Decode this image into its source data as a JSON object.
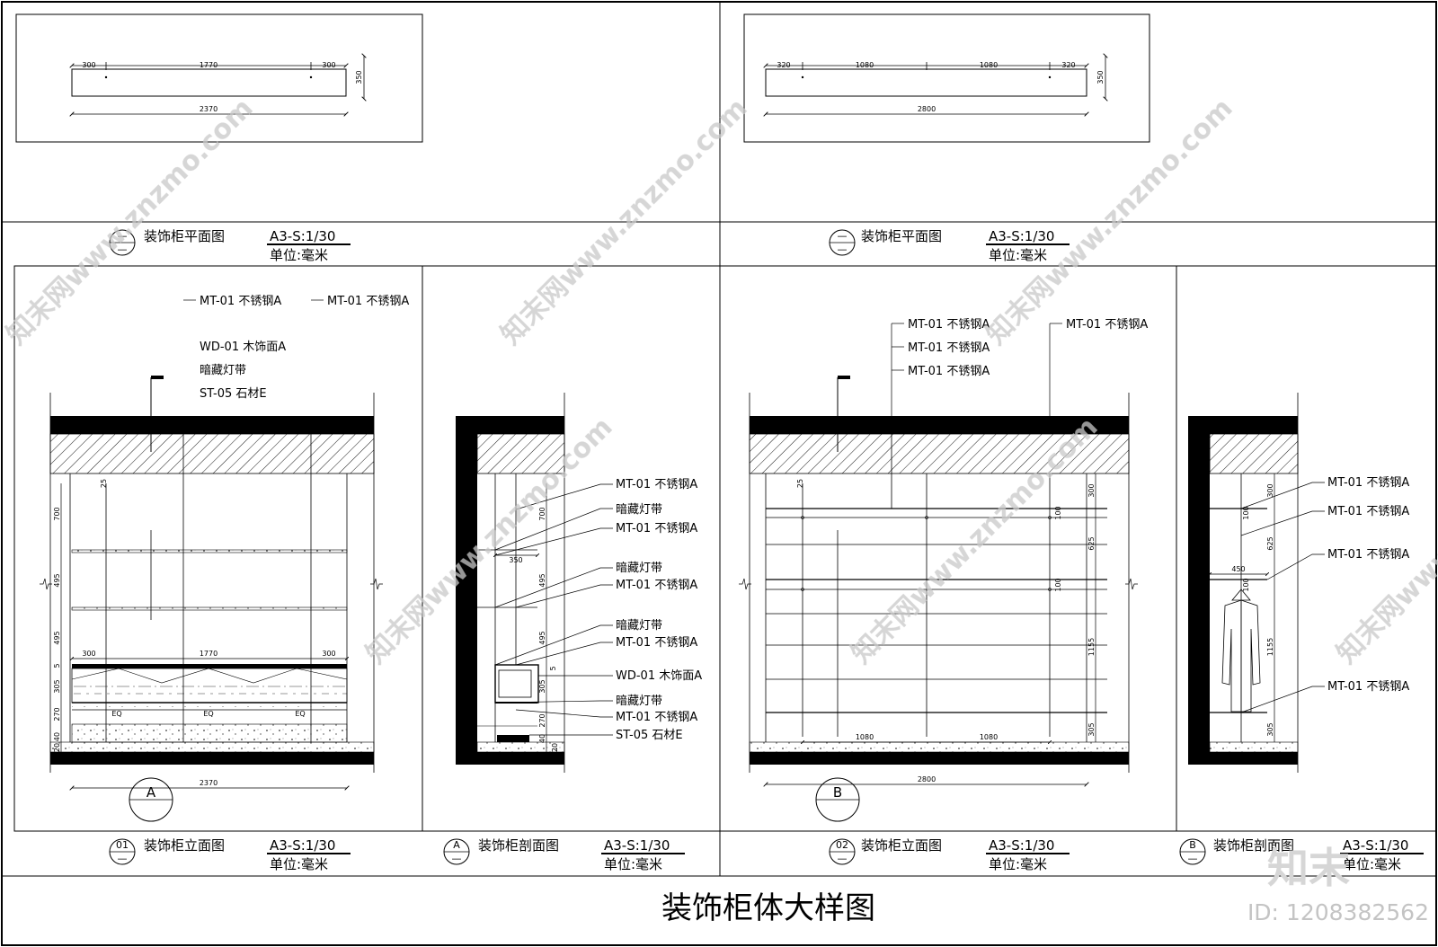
{
  "sheet_title": "装饰柜体大样图",
  "brand": "知末",
  "id_text": "ID: 1208382562",
  "watermark": "知末网www.znzmo.com",
  "plans": [
    {
      "caption": "装饰柜平面图",
      "scale": "A3-S:1/30",
      "unit": "单位:毫米",
      "bubble_top": "—",
      "bubble_bottom": "—",
      "dims": [
        "300",
        "1770",
        "300"
      ],
      "total": "2370",
      "depth": "350"
    },
    {
      "caption": "装饰柜平面图",
      "scale": "A3-S:1/30",
      "unit": "单位:毫米",
      "bubble_top": "—",
      "bubble_bottom": "—",
      "dims": [
        "320",
        "1080",
        "1080",
        "320"
      ],
      "total": "2800",
      "depth": "350"
    }
  ],
  "elevation01": {
    "caption": "装饰柜立面图",
    "scale": "A3-S:1/30",
    "unit": "单位:毫米",
    "bubble_top": "01",
    "bubble_bottom": "—",
    "section_mark": "A",
    "callouts": [
      "MT-01 不锈钢A",
      "WD-01 木饰面A",
      "暗藏灯带",
      "ST-05 石材E",
      "MT-01 不锈钢A"
    ],
    "top_dims": [
      "300",
      "1770",
      "300"
    ],
    "eq": [
      "EQ",
      "EQ",
      "EQ"
    ],
    "total": "2370",
    "vdims": [
      "700",
      "495",
      "495",
      "5",
      "305",
      "270",
      "40",
      "20"
    ],
    "top_small": "25"
  },
  "sectionA": {
    "caption": "装饰柜剖面图",
    "scale": "A3-S:1/30",
    "unit": "单位:毫米",
    "bubble_top": "A",
    "bubble_bottom": "—",
    "callouts": [
      "MT-01 不锈钢A",
      "暗藏灯带",
      "MT-01 不锈钢A",
      "暗藏灯带",
      "MT-01 不锈钢A",
      "暗藏灯带",
      "MT-01 不锈钢A",
      "WD-01 木饰面A",
      "暗藏灯带",
      "MT-01 不锈钢A",
      "ST-05 石材E"
    ],
    "vdims": [
      "700",
      "495",
      "495",
      "305",
      "270",
      "40",
      "20",
      "5"
    ],
    "depth": "350"
  },
  "elevation02": {
    "caption": "装饰柜立面图",
    "scale": "A3-S:1/30",
    "unit": "单位:毫米",
    "bubble_top": "02",
    "bubble_bottom": "—",
    "section_mark": "B",
    "callouts": [
      "MT-01 不锈钢A",
      "MT-01 不锈钢A",
      "MT-01 不锈钢A",
      "MT-01 不锈钢A"
    ],
    "bottom_dims": [
      "1080",
      "1080"
    ],
    "total": "2800",
    "vdims": [
      "300",
      "625",
      "1155",
      "305"
    ],
    "small": [
      "100",
      "100"
    ],
    "top_small": "25"
  },
  "sectionB": {
    "caption": "装饰柜剖面图",
    "scale": "A3-S:1/30",
    "unit": "单位:毫米",
    "bubble_top": "B",
    "bubble_bottom": "—",
    "callouts": [
      "MT-01 不锈钢A",
      "MT-01 不锈钢A",
      "MT-01 不锈钢A",
      "MT-01 不锈钢A"
    ],
    "vdims": [
      "300",
      "625",
      "1155",
      "305"
    ],
    "small": [
      "100",
      "100"
    ],
    "depth": "450"
  }
}
